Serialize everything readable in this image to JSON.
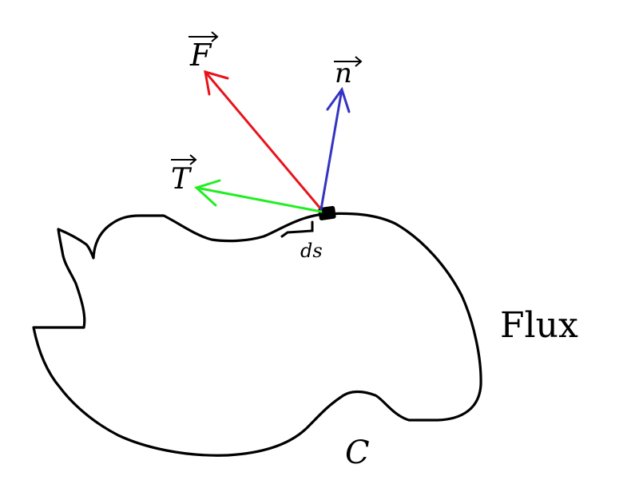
{
  "diagram": {
    "labels": {
      "force": "F",
      "normal": "n",
      "tangent": "T",
      "arc_element": "ds",
      "curve": "C",
      "caption": "Flux"
    },
    "colors": {
      "force_vector": "#e8141b",
      "normal_vector": "#3434c4",
      "tangent_vector": "#22ee22",
      "curve": "#000000",
      "text": "#000000"
    },
    "icons": {
      "vector_accent": "right-arrow-overline"
    }
  }
}
